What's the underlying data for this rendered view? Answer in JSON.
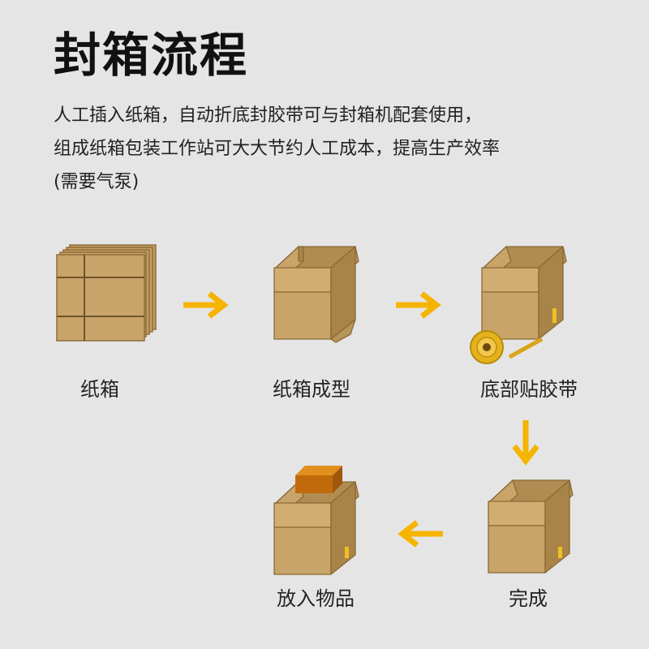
{
  "title": "封箱流程",
  "description": [
    "人工插入纸箱，自动折底封胶带可与封箱机配套使用，",
    "组成纸箱包装工作站可大大节约人工成本，提高生产效率",
    "(需要气泵)"
  ],
  "steps": [
    {
      "label": "纸箱"
    },
    {
      "label": "纸箱成型"
    },
    {
      "label": "底部贴胶带"
    },
    {
      "label": "完成"
    },
    {
      "label": "放入物品"
    }
  ],
  "colors": {
    "background": "#e5e5e5",
    "arrow": "#f5b400",
    "cardboard": "#c9a46a",
    "cardboard_dark": "#a88448",
    "cardboard_light": "#d8b77d",
    "item": "#c06a0c",
    "tape": "#e6b21c"
  },
  "icons": {
    "arrow_right": "arrow-right-icon",
    "arrow_down": "arrow-down-icon",
    "arrow_left": "arrow-left-icon"
  }
}
